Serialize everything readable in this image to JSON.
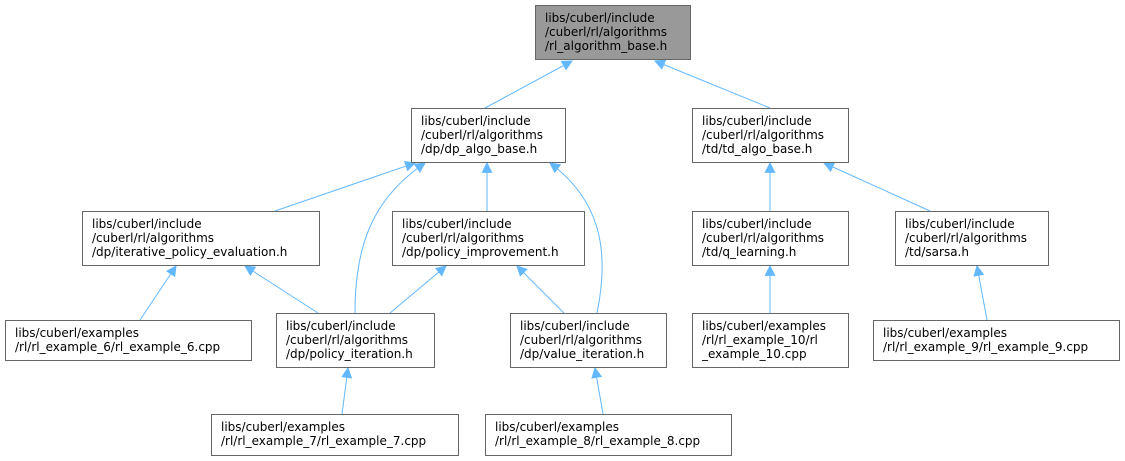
{
  "nodes": {
    "root": [
      "libs/cuberl/include",
      "/cuberl/rl/algorithms",
      "/rl_algorithm_base.h"
    ],
    "dp_algo_base": [
      "libs/cuberl/include",
      "/cuberl/rl/algorithms",
      "/dp/dp_algo_base.h"
    ],
    "td_algo_base": [
      "libs/cuberl/include",
      "/cuberl/rl/algorithms",
      "/td/td_algo_base.h"
    ],
    "iterative_policy_evaluation": [
      "libs/cuberl/include",
      "/cuberl/rl/algorithms",
      "/dp/iterative_policy_evaluation.h"
    ],
    "policy_improvement": [
      "libs/cuberl/include",
      "/cuberl/rl/algorithms",
      "/dp/policy_improvement.h"
    ],
    "q_learning": [
      "libs/cuberl/include",
      "/cuberl/rl/algorithms",
      "/td/q_learning.h"
    ],
    "sarsa": [
      "libs/cuberl/include",
      "/cuberl/rl/algorithms",
      "/td/sarsa.h"
    ],
    "rl_example_6": [
      "libs/cuberl/examples",
      "/rl/rl_example_6/rl_example_6.cpp"
    ],
    "policy_iteration": [
      "libs/cuberl/include",
      "/cuberl/rl/algorithms",
      "/dp/policy_iteration.h"
    ],
    "value_iteration": [
      "libs/cuberl/include",
      "/cuberl/rl/algorithms",
      "/dp/value_iteration.h"
    ],
    "rl_example_10": [
      "libs/cuberl/examples",
      "/rl/rl_example_10/rl",
      "_example_10.cpp"
    ],
    "rl_example_9": [
      "libs/cuberl/examples",
      "/rl/rl_example_9/rl_example_9.cpp"
    ],
    "rl_example_7": [
      "libs/cuberl/examples",
      "/rl/rl_example_7/rl_example_7.cpp"
    ],
    "rl_example_8": [
      "libs/cuberl/examples",
      "/rl/rl_example_8/rl_example_8.cpp"
    ]
  },
  "colors": {
    "edge": "#63b8ff",
    "root_fill": "#999999",
    "border": "#666666"
  }
}
